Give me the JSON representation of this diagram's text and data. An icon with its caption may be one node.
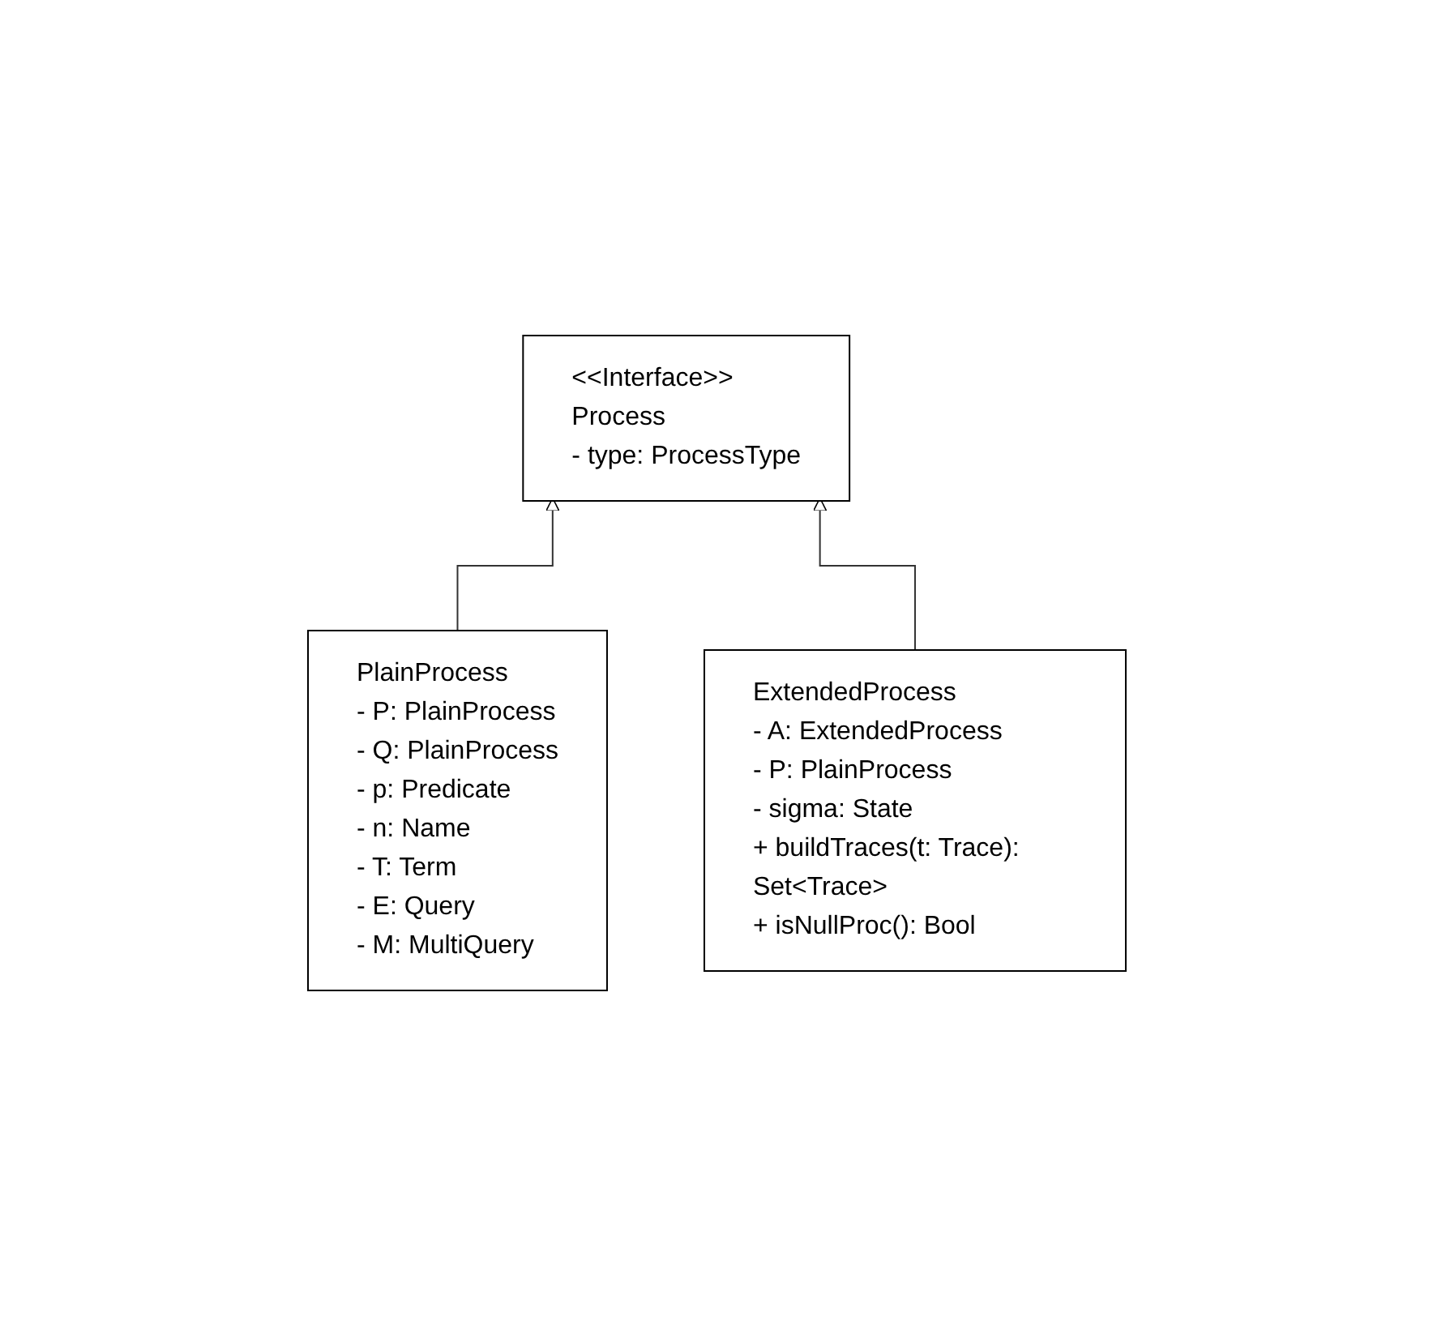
{
  "diagram": {
    "nodes": [
      {
        "text": [
          "<<Interface>>",
          "Process",
          "- type: ProcessType"
        ]
      },
      {
        "text": [
          "PlainProcess",
          "- P: PlainProcess",
          "- Q: PlainProcess",
          "- p: Predicate",
          "- n: Name",
          "- T: Term",
          "- E: Query",
          "- M: MultiQuery"
        ]
      },
      {
        "text": [
          "ExtendedProcess",
          "- A: ExtendedProcess",
          "- P: PlainProcess",
          "- sigma: State",
          "+ buildTraces(t: Trace): Set<Trace>",
          "+ isNullProc(): Bool"
        ]
      }
    ],
    "edges": [
      {
        "from": 1,
        "to": 0,
        "arrow": "to"
      },
      {
        "from": 2,
        "to": 0,
        "arrow": "to"
      }
    ]
  }
}
